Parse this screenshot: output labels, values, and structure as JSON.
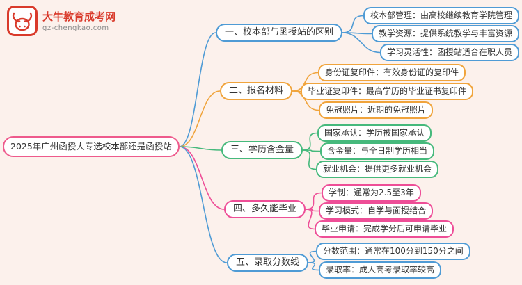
{
  "logo": {
    "title": "大牛教育成考网",
    "url": "gz-chengkao.com",
    "brand_color": "#d93a2b",
    "url_color": "#8a8a8a"
  },
  "center": {
    "label": "2025年广州函授大专选校本部还是函授站",
    "color": "#ee5a8c"
  },
  "branches": [
    {
      "label": "一、校本部与函授站的区别",
      "color": "#4f9bd5",
      "children": [
        {
          "label": "校本部管理：由高校继续教育学院管理"
        },
        {
          "label": "教学资源：提供系统教学与丰富资源"
        },
        {
          "label": "学习灵活性：函授站适合在职人员"
        }
      ]
    },
    {
      "label": "二、报名材料",
      "color": "#f0a43c",
      "children": [
        {
          "label": "身份证复印件：有效身份证的复印件"
        },
        {
          "label": "毕业证复印件：最高学历的毕业证书复印件"
        },
        {
          "label": "免冠照片：近期的免冠照片"
        }
      ]
    },
    {
      "label": "三、学历含金量",
      "color": "#46b97c",
      "children": [
        {
          "label": "国家承认：学历被国家承认"
        },
        {
          "label": "含金量：与全日制学历相当"
        },
        {
          "label": "就业机会：提供更多就业机会"
        }
      ]
    },
    {
      "label": "四、多久能毕业",
      "color": "#ee4e97",
      "children": [
        {
          "label": "学制：通常为2.5至3年"
        },
        {
          "label": "学习模式：自学与面授结合"
        },
        {
          "label": "毕业申请：完成学分后可申请毕业"
        }
      ]
    },
    {
      "label": "五、录取分数线",
      "color": "#4f9bd5",
      "children": [
        {
          "label": "分数范围：通常在100分到150分之间"
        },
        {
          "label": "录取率：成人高考录取率较高"
        }
      ]
    }
  ]
}
